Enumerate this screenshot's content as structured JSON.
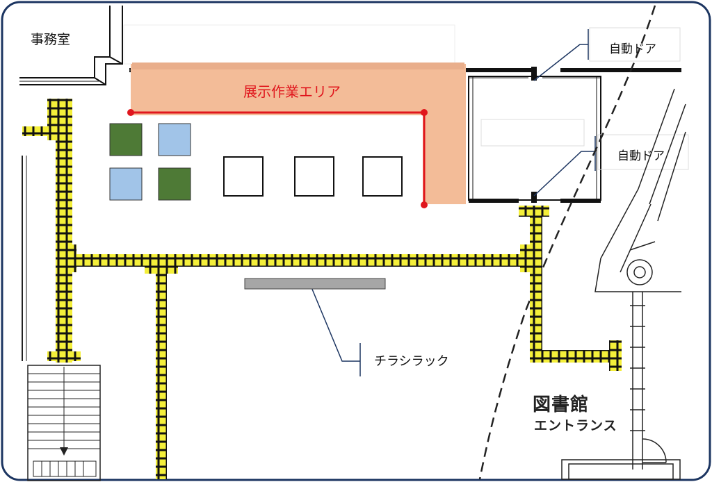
{
  "labels": {
    "office": "事務室",
    "exhibit_area": "展示作業エリア",
    "auto_door_1": "自動ドア",
    "auto_door_2": "自動ドア",
    "flyer_rack": "チラシラック",
    "library_title": "図書館",
    "library_subtitle": "エントランス"
  },
  "colors": {
    "frame": "#1c3561",
    "exhibit_area_fill": "#f3bc98",
    "highlight_line": "#e0161d",
    "tactile_paving": "#f4ef3a",
    "panel_green": "#4e7a36",
    "panel_blue": "#a1c4e8",
    "rack_fill": "#a6a6a6"
  },
  "icons": {
    "tactile_paving": "tactile-block-strip",
    "stairs": "stairs-icon",
    "stair_arrow": "arrow-down-icon"
  }
}
